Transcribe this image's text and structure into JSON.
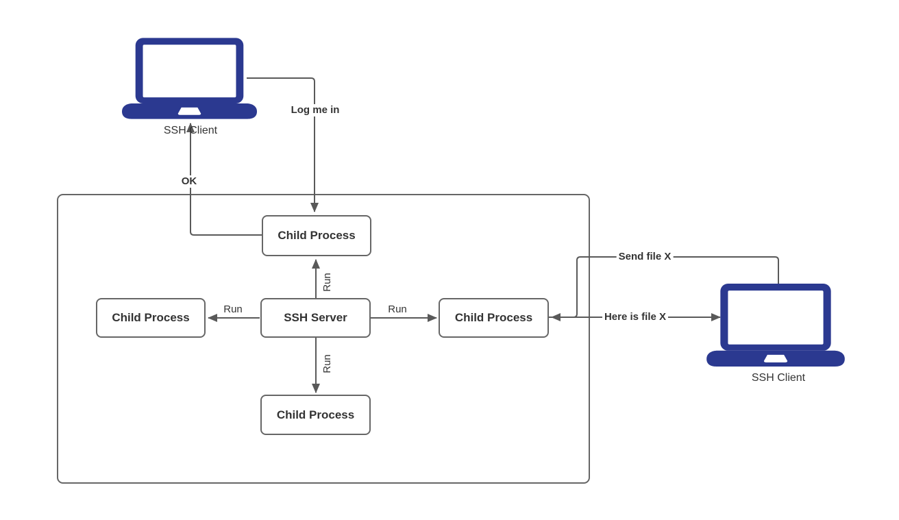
{
  "diagram": {
    "title": "SSH client-server process diagram",
    "colors": {
      "laptop_fill": "#2b3990",
      "line_stroke": "#595959",
      "box_border": "#666666",
      "text": "#333333",
      "background": "#ffffff"
    },
    "nodes": {
      "client_left": {
        "label": "SSH Client",
        "icon": "laptop-icon"
      },
      "client_right": {
        "label": "SSH Client",
        "icon": "laptop-icon"
      },
      "child_top": {
        "label": "Child Process"
      },
      "child_left": {
        "label": "Child Process"
      },
      "server": {
        "label": "SSH Server"
      },
      "child_right": {
        "label": "Child Process"
      },
      "child_bottom": {
        "label": "Child Process"
      }
    },
    "edges": {
      "log_me_in": {
        "label": "Log me in",
        "from": "client_left",
        "to": "child_top"
      },
      "ok": {
        "label": "OK",
        "from": "child_top",
        "to": "client_left"
      },
      "run_top": {
        "label": "Run",
        "from": "server",
        "to": "child_top"
      },
      "run_left": {
        "label": "Run",
        "from": "server",
        "to": "child_left"
      },
      "run_right": {
        "label": "Run",
        "from": "server",
        "to": "child_right"
      },
      "run_bottom": {
        "label": "Run",
        "from": "server",
        "to": "child_bottom"
      },
      "send_file": {
        "label": "Send file X",
        "from": "client_right",
        "to": "child_right"
      },
      "here_is_file": {
        "label": "Here is file X",
        "from": "child_right",
        "to": "client_right"
      }
    }
  }
}
